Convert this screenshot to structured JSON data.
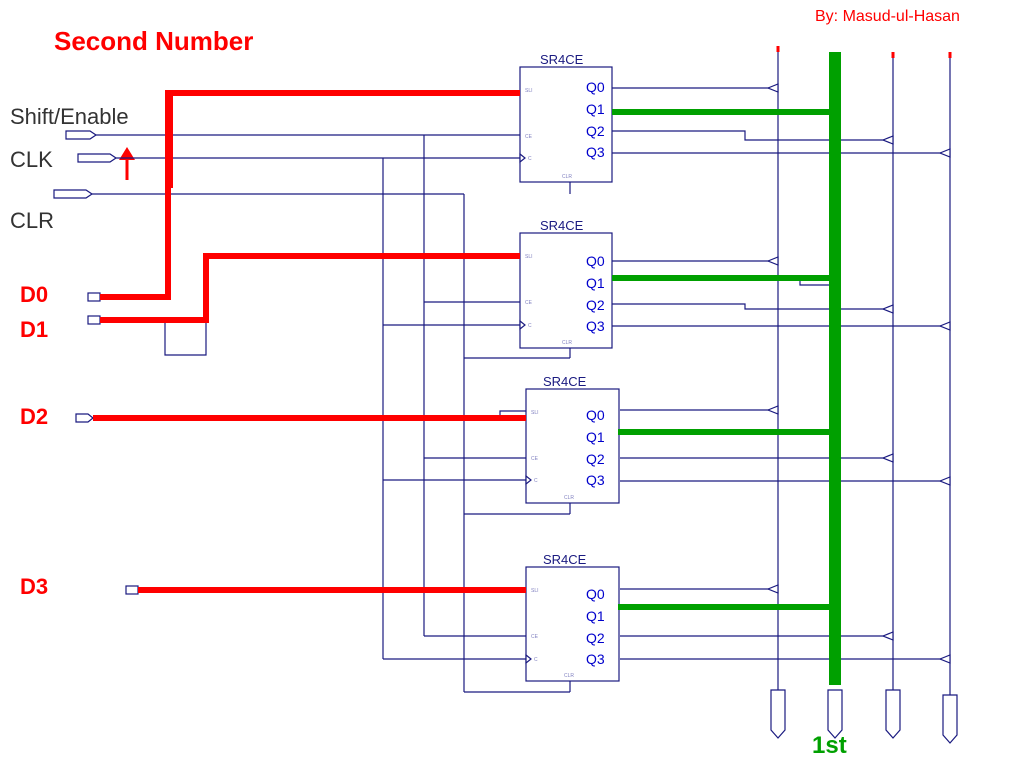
{
  "title": "Second Number",
  "author": "By: Masud-ul-Hasan",
  "signals": {
    "shift_enable": "Shift/Enable",
    "clk": "CLK",
    "clr": "CLR"
  },
  "data_inputs": [
    "D0",
    "D1",
    "D2",
    "D3"
  ],
  "block_name": "SR4CE",
  "outputs": [
    "Q0",
    "Q1",
    "Q2",
    "Q3"
  ],
  "bus_label": "1st",
  "colors": {
    "highlight_red": "#ff0000",
    "highlight_green": "#00a000",
    "wire": "#1a1a80"
  },
  "icons": [
    "up-arrow-icon"
  ]
}
